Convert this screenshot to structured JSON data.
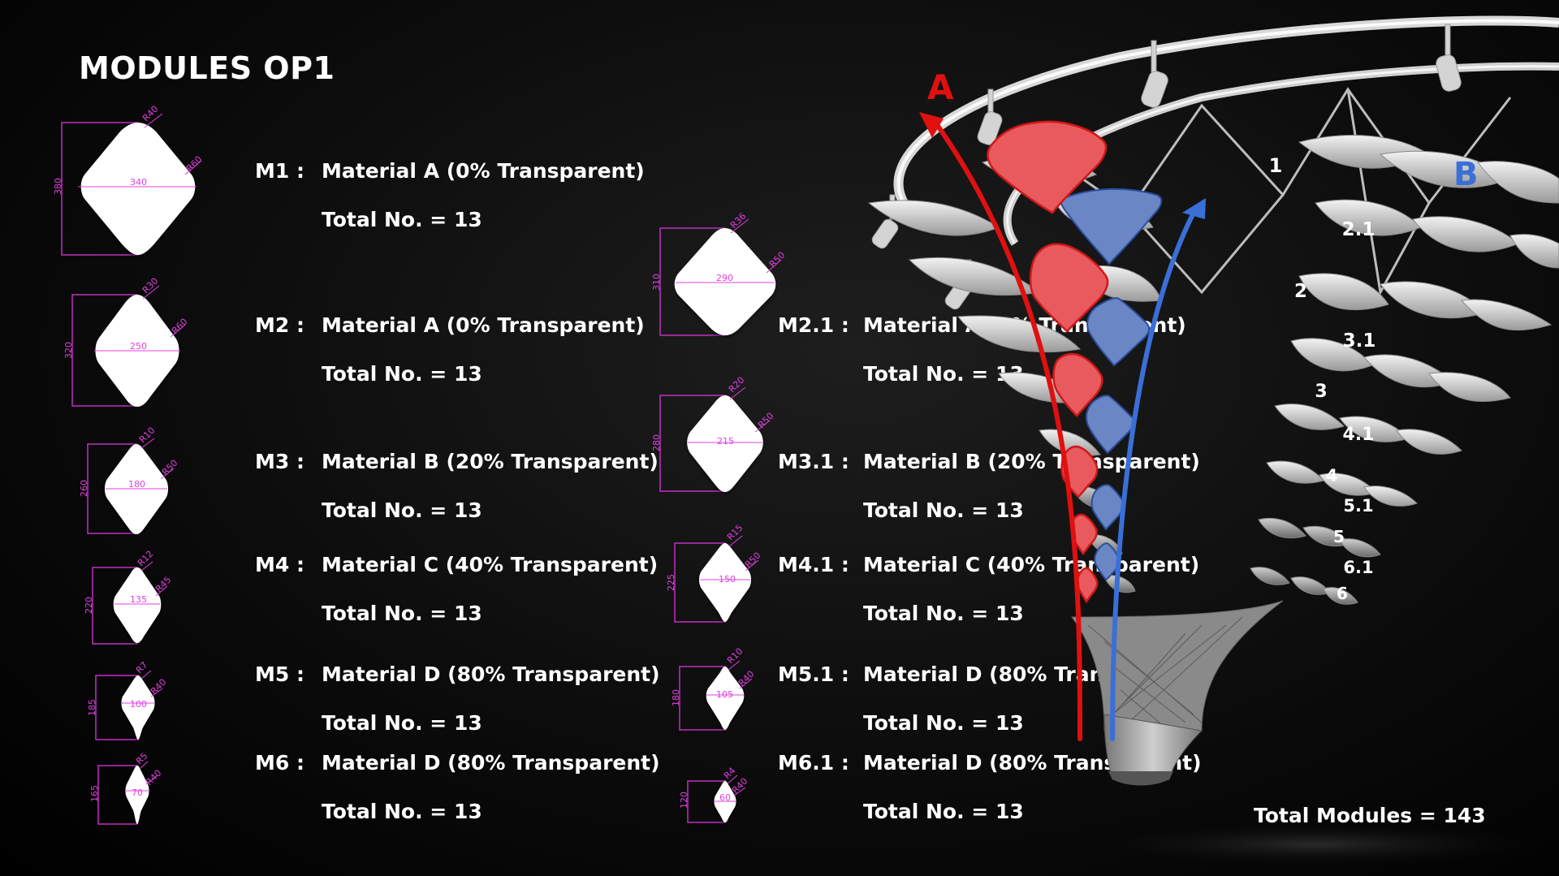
{
  "title": "MODULES OP1",
  "modules_left": [
    {
      "code": "M1 :",
      "material": "Material A (0% Transparent)",
      "total": "Total No. = 13",
      "h": "380",
      "w": "340",
      "r1": "R40",
      "r2": "R60"
    },
    {
      "code": "M2 :",
      "material": "Material A (0% Transparent)",
      "total": "Total No. = 13",
      "h": "320",
      "w": "250",
      "r1": "R30",
      "r2": "R60"
    },
    {
      "code": "M3 :",
      "material": "Material B (20% Transparent)",
      "total": "Total No. = 13",
      "h": "260",
      "w": "180",
      "r1": "R10",
      "r2": "R50"
    },
    {
      "code": "M4 :",
      "material": "Material C (40% Transparent)",
      "total": "Total No. = 13",
      "h": "220",
      "w": "135",
      "r1": "R12",
      "r2": "R45"
    },
    {
      "code": "M5 :",
      "material": "Material D (80% Transparent)",
      "total": "Total No. = 13",
      "h": "185",
      "w": "100",
      "r1": "R7",
      "r2": "R40"
    },
    {
      "code": "M6 :",
      "material": "Material D (80% Transparent)",
      "total": "Total No. = 13",
      "h": "165",
      "w": "70",
      "r1": "R5",
      "r2": "R40"
    }
  ],
  "modules_right": [
    {
      "code": "M2.1 :",
      "material": "Material A (0% Transparent)",
      "total": "Total No. = 13",
      "h": "310",
      "w": "290",
      "r1": "R36",
      "r2": "R50"
    },
    {
      "code": "M3.1 :",
      "material": "Material B (20% Transparent)",
      "total": "Total No. = 13",
      "h": "280",
      "w": "215",
      "r1": "R20",
      "r2": "R50"
    },
    {
      "code": "M4.1 :",
      "material": "Material C (40% Transparent)",
      "total": "Total No. = 13",
      "h": "225",
      "w": "150",
      "r1": "R15",
      "r2": "R50"
    },
    {
      "code": "M5.1 :",
      "material": "Material D (80% Transparent)",
      "total": "Total No. = 13",
      "h": "180",
      "w": "105",
      "r1": "R10",
      "r2": "R40"
    },
    {
      "code": "M6.1 :",
      "material": "Material D (80% Transparent)",
      "total": "Total No. = 13",
      "h": "120",
      "w": "60",
      "r1": "R4",
      "r2": "R40"
    }
  ],
  "route_a": "A",
  "route_b": "B",
  "red_modules": [
    "1",
    "2",
    "3",
    "4",
    "5",
    "6"
  ],
  "blue_modules": [
    "2.1",
    "3.1",
    "4.1",
    "5.1",
    "6.1"
  ],
  "total_modules": "Total Modules = 143",
  "colors": {
    "route_a": "#e01010",
    "route_b": "#3a6fd8",
    "module_red": "#e85a5e",
    "module_blue": "#6b86c4",
    "dimension": "#e040e0"
  }
}
